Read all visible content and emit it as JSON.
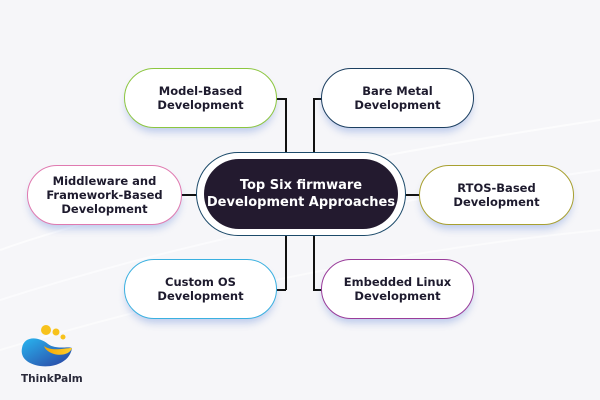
{
  "diagram": {
    "center": {
      "line1": "Top Six firmware",
      "line2": "Development Approaches"
    },
    "nodes": [
      {
        "id": "model-based",
        "line1": "Model-Based",
        "line2": "Development",
        "border_color": "#8cc63f"
      },
      {
        "id": "bare-metal",
        "line1": "Bare Metal",
        "line2": "Development",
        "border_color": "#1c3f60"
      },
      {
        "id": "middleware",
        "line1": "Middleware and",
        "line2": "Framework-Based",
        "line3": "Development",
        "border_color": "#e07ab0"
      },
      {
        "id": "rtos-based",
        "line1": "RTOS-Based",
        "line2": "Development",
        "border_color": "#a8a030"
      },
      {
        "id": "custom-os",
        "line1": "Custom OS",
        "line2": "Development",
        "border_color": "#3ab0e0"
      },
      {
        "id": "embedded-linux",
        "line1": "Embedded Linux",
        "line2": "Development",
        "border_color": "#9a3c9a"
      }
    ],
    "colors": {
      "center_fill": "#231a2f",
      "center_border": "#1c4a6a",
      "connector": "#111111"
    }
  },
  "brand": {
    "logo_text": "ThinkPalm"
  }
}
